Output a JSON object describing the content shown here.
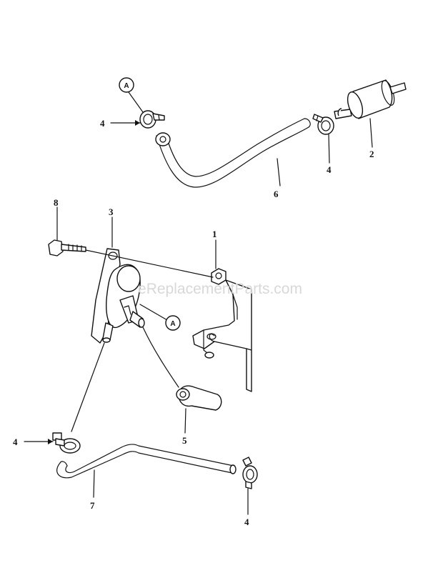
{
  "watermark": "eReplacementParts.com",
  "reference_marker": "A",
  "callouts": {
    "fuel_filter": "2",
    "fuel_pump": "3",
    "pump_bracket": "1",
    "clamp": "4",
    "hose_elbow": "5",
    "fuel_line_upper": "6",
    "fuel_line_lower": "7",
    "bolt": "8"
  }
}
